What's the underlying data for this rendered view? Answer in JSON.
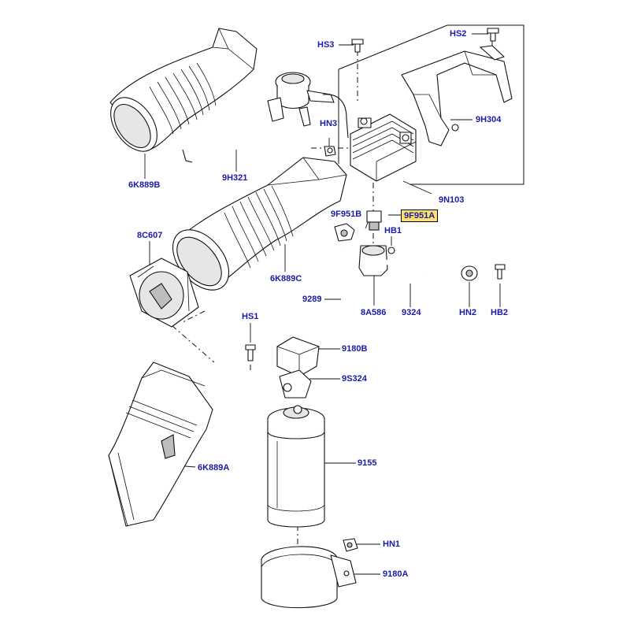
{
  "diagram": {
    "selected_part": "9F951A",
    "callouts": [
      {
        "id": "hs3",
        "text": "HS3"
      },
      {
        "id": "hs2",
        "text": "HS2"
      },
      {
        "id": "hn3",
        "text": "HN3"
      },
      {
        "id": "9h304",
        "text": "9H304"
      },
      {
        "id": "6k889b",
        "text": "6K889B"
      },
      {
        "id": "9h321",
        "text": "9H321"
      },
      {
        "id": "9n103",
        "text": "9N103"
      },
      {
        "id": "9f951b",
        "text": "9F951B"
      },
      {
        "id": "9f951a",
        "text": "9F951A"
      },
      {
        "id": "hb1",
        "text": "HB1"
      },
      {
        "id": "8c607",
        "text": "8C607"
      },
      {
        "id": "6k889c",
        "text": "6K889C"
      },
      {
        "id": "9289",
        "text": "9289"
      },
      {
        "id": "8a586",
        "text": "8A586"
      },
      {
        "id": "9324",
        "text": "9324"
      },
      {
        "id": "hn2",
        "text": "HN2"
      },
      {
        "id": "hb2",
        "text": "HB2"
      },
      {
        "id": "hs1",
        "text": "HS1"
      },
      {
        "id": "9180b",
        "text": "9180B"
      },
      {
        "id": "9s324",
        "text": "9S324"
      },
      {
        "id": "6k889a",
        "text": "6K889A"
      },
      {
        "id": "9155",
        "text": "9155"
      },
      {
        "id": "hn1",
        "text": "HN1"
      },
      {
        "id": "9180a",
        "text": "9180A"
      }
    ],
    "colors": {
      "label": "#1a1aa8",
      "highlight": "#fde06a",
      "ink": "#111111"
    }
  }
}
